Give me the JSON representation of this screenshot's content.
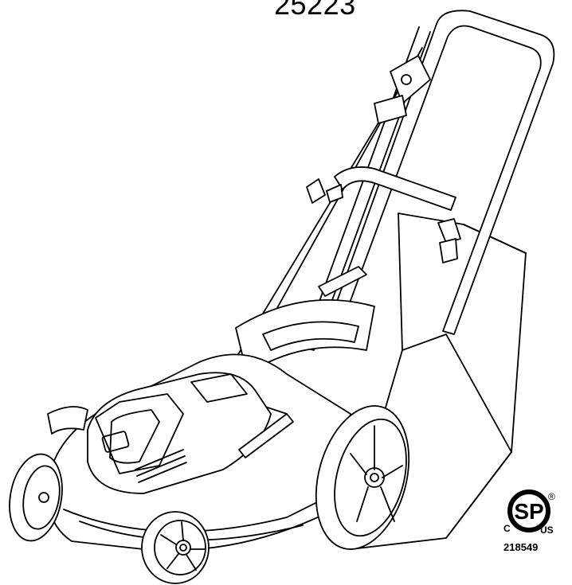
{
  "model_number": "25223",
  "certification": {
    "mark_letters": "SP",
    "left_letter": "C",
    "right_letters": "US",
    "registered_symbol": "®",
    "number": "218549"
  }
}
